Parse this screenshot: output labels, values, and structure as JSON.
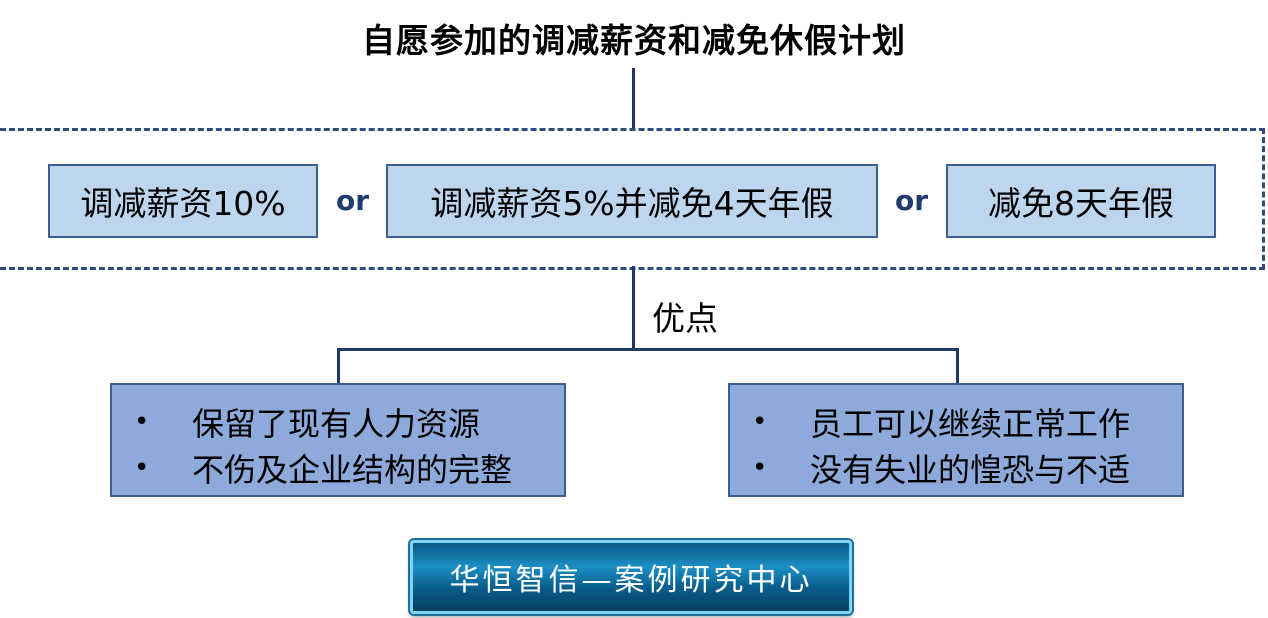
{
  "title": "自愿参加的调减薪资和减免休假计划",
  "options": [
    "调减薪资10%",
    "调减薪资5%并减免4天年假",
    "减免8天年假"
  ],
  "or_label": "or",
  "advantages_label": "优点",
  "benefits_left": [
    "保留了现有人力资源",
    "不伤及企业结构的完整"
  ],
  "benefits_right": [
    "员工可以继续正常工作",
    "没有失业的惶恐与不适"
  ],
  "bullet_char": "•",
  "badge": "华恒智信—案例研究中心",
  "colors": {
    "option_fill": "#bdd6ee",
    "benefit_fill": "#8eaadb",
    "line": "#1f3864",
    "badge": "#1c8fc4"
  }
}
